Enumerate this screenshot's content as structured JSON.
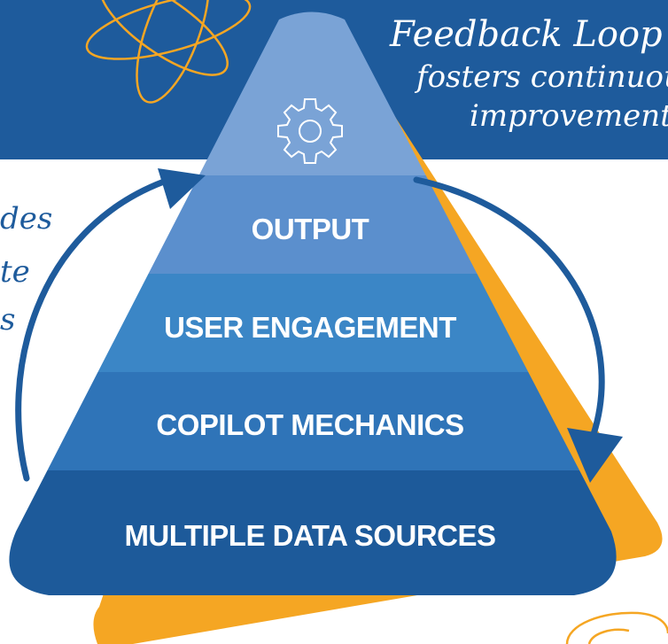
{
  "colors": {
    "banner": "#1e5b9c",
    "accent_orange": "#f5a623",
    "arrow_blue": "#1e5b9c",
    "layer_top": "#7aa3d6",
    "layer_output": "#5b8fcd",
    "layer_engagement": "#3b86c6",
    "layer_mechanics": "#2f74b8",
    "layer_sources": "#1d5a9a",
    "text": "#ffffff"
  },
  "banner": {
    "title": "Feedback Loop",
    "line2": "fosters continuou",
    "line3": "improvement"
  },
  "left_note": {
    "line1": "des",
    "line2": "te",
    "line3": "s"
  },
  "pyramid": {
    "top_icon": "gear-icon",
    "layers": [
      {
        "label": "OUTPUT"
      },
      {
        "label": "USER ENGAGEMENT"
      },
      {
        "label": "COPILOT MECHANICS"
      },
      {
        "label": "MULTIPLE DATA SOURCES"
      }
    ]
  }
}
